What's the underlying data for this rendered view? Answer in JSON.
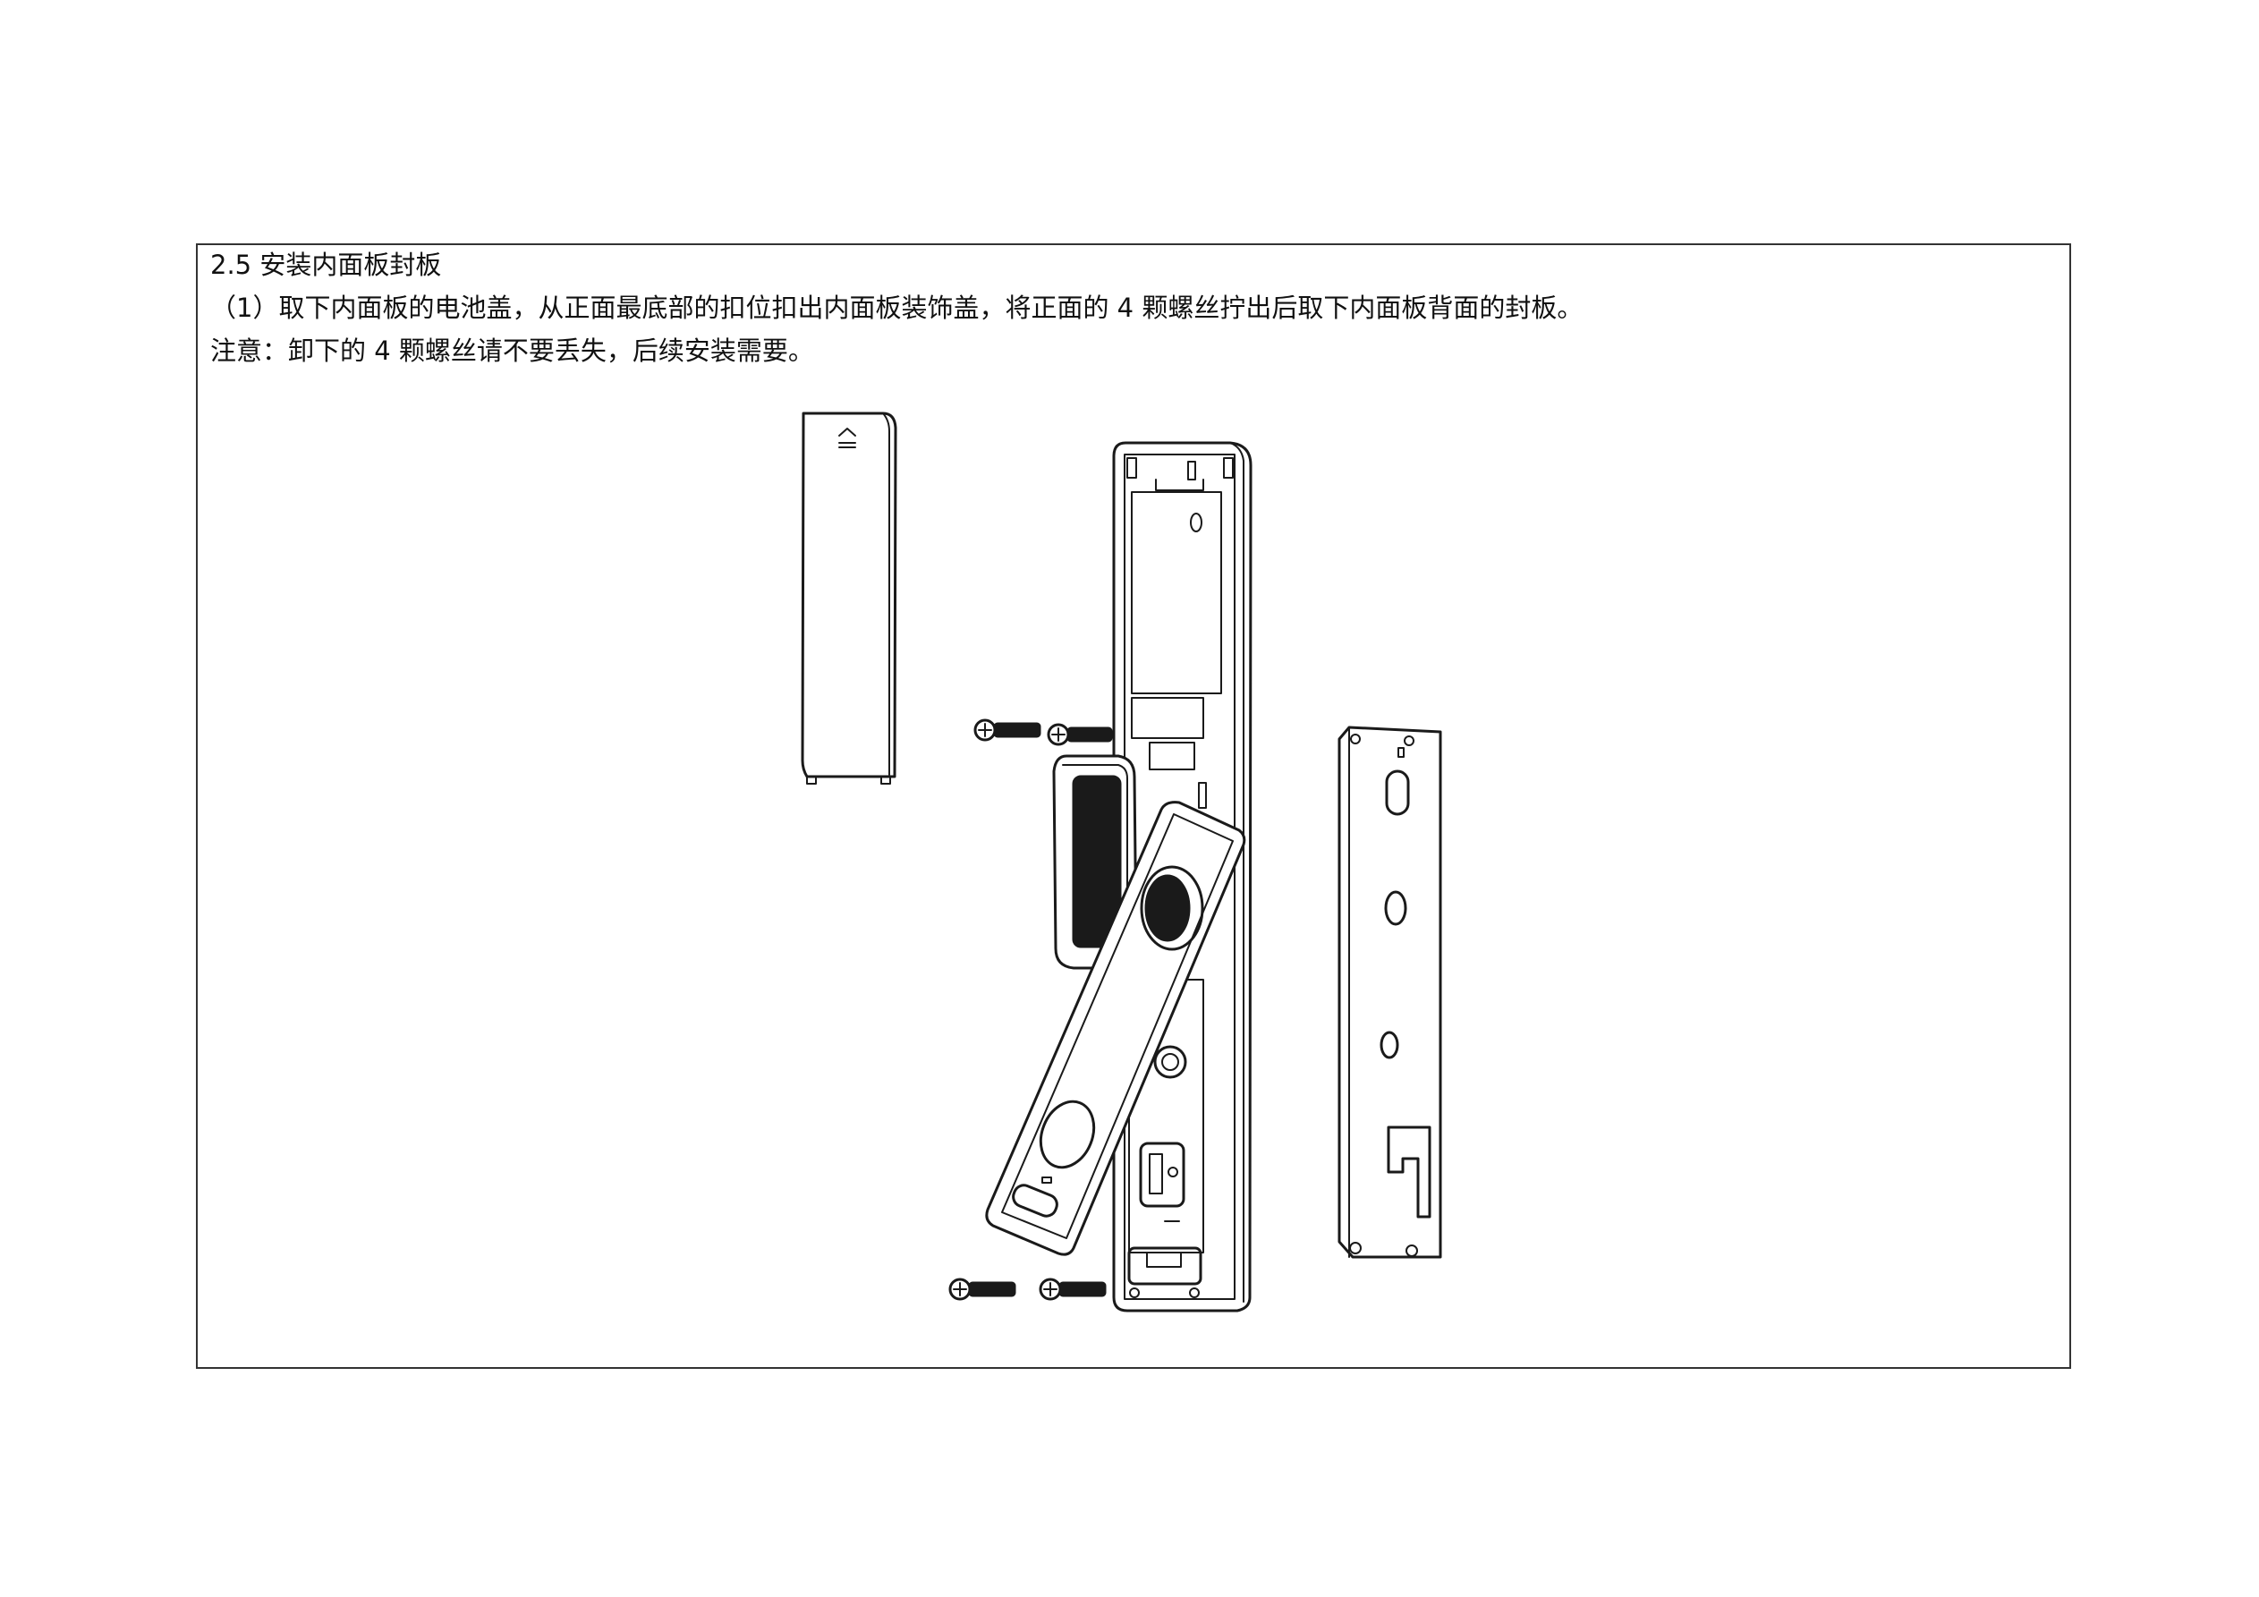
{
  "section": {
    "heading": "2.5 安装内面板封板",
    "step1": "（1）取下内面板的电池盖，从正面最底部的扣位扣出内面板装饰盖，将正面的 4 颗螺丝拧出后取下内面板背面的封板。",
    "note": "注意：卸下的 4 颗螺丝请不要丢失，后续安装需要。"
  },
  "illustration": {
    "parts": [
      "battery-cover",
      "screw",
      "inner-panel-body",
      "decorative-cover",
      "back-sealing-plate"
    ]
  }
}
